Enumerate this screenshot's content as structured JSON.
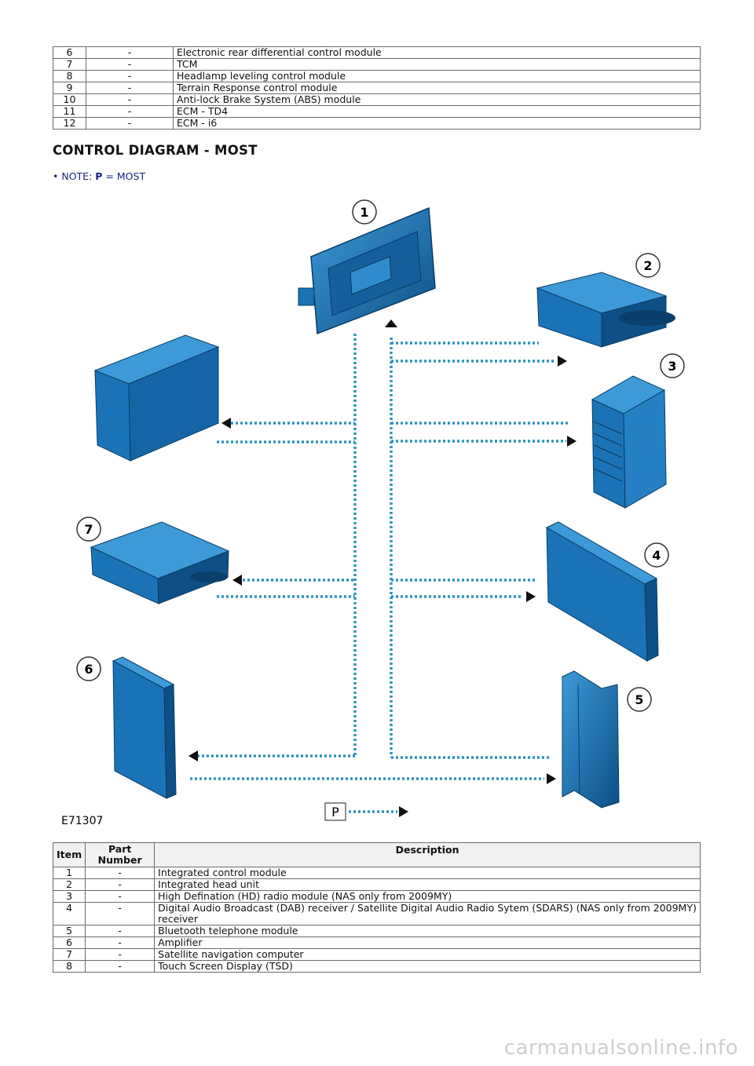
{
  "top_table": {
    "rows": [
      {
        "item": "6",
        "part": "-",
        "desc": "Electronic rear differential control module"
      },
      {
        "item": "7",
        "part": "-",
        "desc": "TCM"
      },
      {
        "item": "8",
        "part": "-",
        "desc": "Headlamp leveling control module"
      },
      {
        "item": "9",
        "part": "-",
        "desc": "Terrain Response control module"
      },
      {
        "item": "10",
        "part": "-",
        "desc": "Anti-lock Brake System (ABS) module"
      },
      {
        "item": "11",
        "part": "-",
        "desc": "ECM - TD4"
      },
      {
        "item": "12",
        "part": "-",
        "desc": "ECM - i6"
      }
    ]
  },
  "heading": "CONTROL DIAGRAM - MOST",
  "note": {
    "bullet": "•",
    "label": "NOTE:",
    "key": "P",
    "text": "= MOST"
  },
  "diagram": {
    "figure_id": "E71307",
    "legend_letter": "P",
    "callouts": [
      "1",
      "2",
      "3",
      "4",
      "5",
      "6",
      "7"
    ],
    "colors": {
      "module": "#1a73b6",
      "module_dark": "#0d4f86",
      "module_light": "#3d9ad8",
      "link": "#2e93c0",
      "arrow": "#111111"
    }
  },
  "parts_table": {
    "headers": {
      "item": "Item",
      "part": "Part Number",
      "desc": "Description"
    },
    "rows": [
      {
        "item": "1",
        "part": "-",
        "desc": "Integrated control module"
      },
      {
        "item": "2",
        "part": "-",
        "desc": "Integrated head unit"
      },
      {
        "item": "3",
        "part": "-",
        "desc": "High Defination (HD) radio module (NAS only from 2009MY)"
      },
      {
        "item": "4",
        "part": "-",
        "desc": "Digital Audio Broadcast (DAB) receiver / Satellite Digital Audio Radio Sytem (SDARS) (NAS only from 2009MY) receiver"
      },
      {
        "item": "5",
        "part": "-",
        "desc": "Bluetooth telephone module"
      },
      {
        "item": "6",
        "part": "-",
        "desc": "Amplifier"
      },
      {
        "item": "7",
        "part": "-",
        "desc": "Satellite navigation computer"
      },
      {
        "item": "8",
        "part": "-",
        "desc": "Touch Screen Display (TSD)"
      }
    ]
  },
  "watermark": "carmanualsonline.info"
}
